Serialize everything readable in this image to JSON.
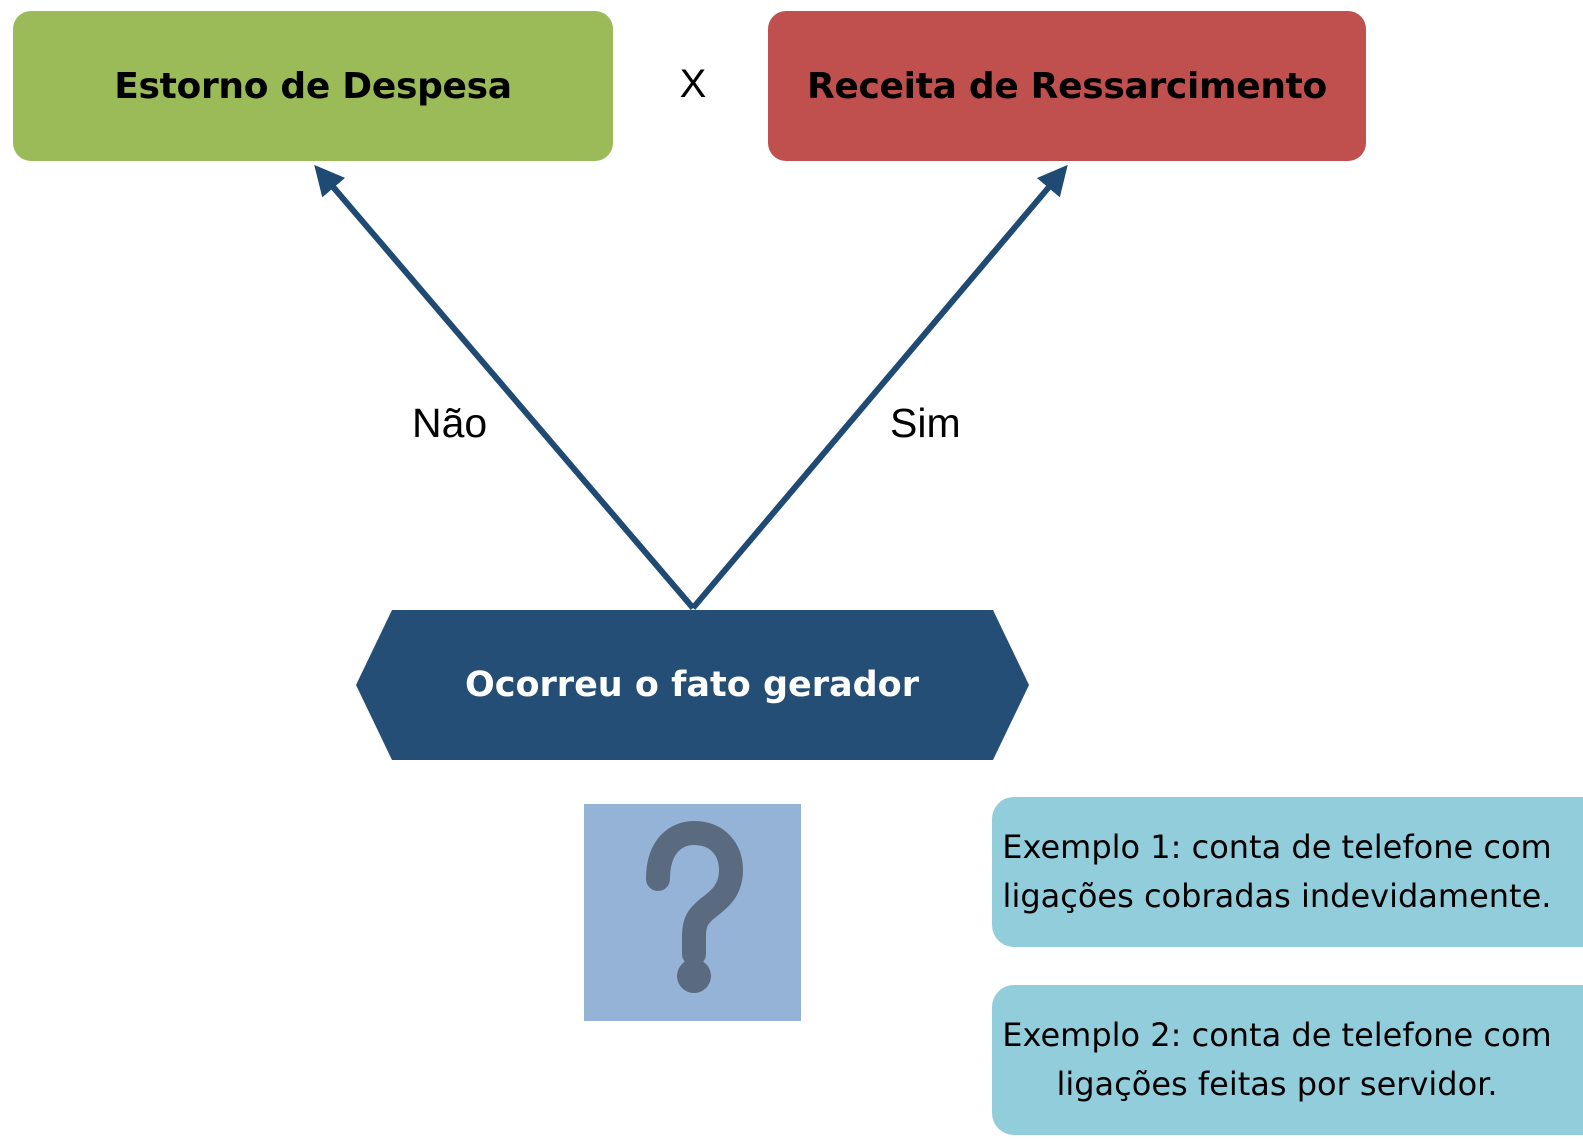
{
  "outcomes": {
    "left_label": "Estorno de Despesa",
    "separator": "X",
    "right_label": "Receita de Ressarcimento"
  },
  "branches": {
    "no_label": "Não",
    "yes_label": "Sim"
  },
  "decision": {
    "label": "Ocorreu o fato gerador"
  },
  "question_icon": "question-mark-icon",
  "examples": [
    {
      "text": "Exemplo 1: conta de telefone com ligações cobradas indevidamente."
    },
    {
      "text": "Exemplo 2: conta de telefone com ligações feitas por servidor."
    }
  ],
  "colors": {
    "left_outcome": "#9bbb59",
    "right_outcome": "#c0504d",
    "decision": "#244e75",
    "arrow": "#1f4a73",
    "question_box": "#95b3d7",
    "question_mark": "#5a6b80",
    "example_box": "#92cddc"
  }
}
